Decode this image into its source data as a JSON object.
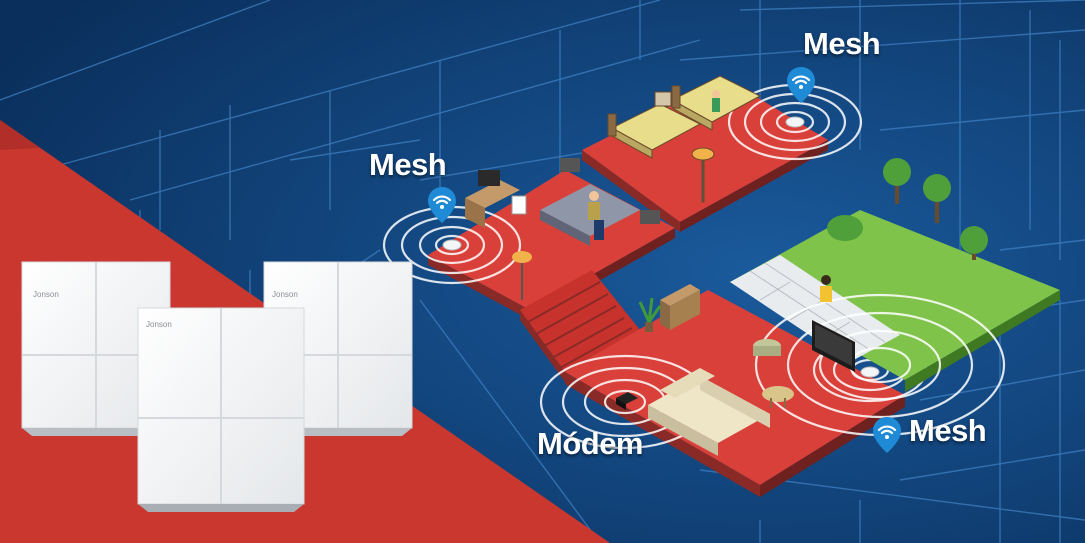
{
  "labels": {
    "mesh_top": "Mesh",
    "mesh_left": "Mesh",
    "mesh_right": "Mesh",
    "modem": "Módem"
  },
  "brand": {
    "unit_left": "Jonson",
    "unit_right": "Jonson",
    "unit_front": "Jonson"
  },
  "icons": [
    "wifi-pin-icon"
  ],
  "colors": {
    "background": "#0d3a6e",
    "blueprint_line": "#3f7fc0",
    "red_band": "#c9372f",
    "floor_red": "#d9403a",
    "floor_side": "#8a2a26",
    "grass": "#7fc34a",
    "pin_blue": "#1f8ad6",
    "device_white": "#f4f5f6"
  }
}
